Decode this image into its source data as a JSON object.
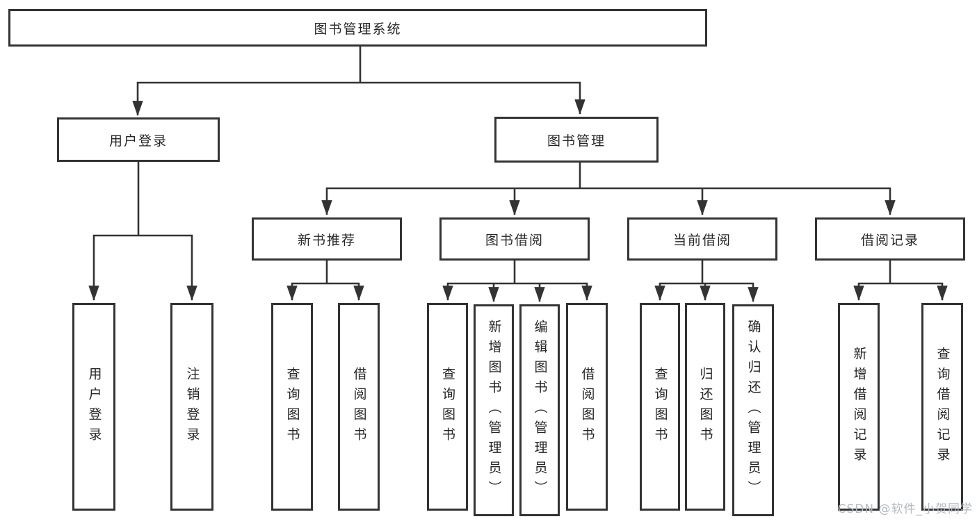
{
  "tree": {
    "root": "图书管理系统",
    "branches": {
      "userLogin": "用户登录",
      "bookMgmt": "图书管理"
    },
    "sections": {
      "newBookRec": "新书推荐",
      "bookBorrow": "图书借阅",
      "currentBorrow": "当前借阅",
      "borrowRecords": "借阅记录"
    },
    "leaves": {
      "userLogin": [
        "用户登录",
        "注销登录"
      ],
      "newBookRec": [
        "查询图书",
        "借阅图书"
      ],
      "bookBorrow": [
        "查询图书",
        "新增图书（管理员）",
        "编辑图书（管理员）",
        "借阅图书"
      ],
      "currentBorrow": [
        "查询图书",
        "归还图书",
        "确认归还（管理员）"
      ],
      "borrowRecords": [
        "新增借阅记录",
        "查询借阅记录"
      ]
    }
  },
  "watermark": "CSDN @软件_小贺同学",
  "colors": {
    "line": "#333333",
    "text": "#262626",
    "watermark": "#b5b9bf"
  }
}
